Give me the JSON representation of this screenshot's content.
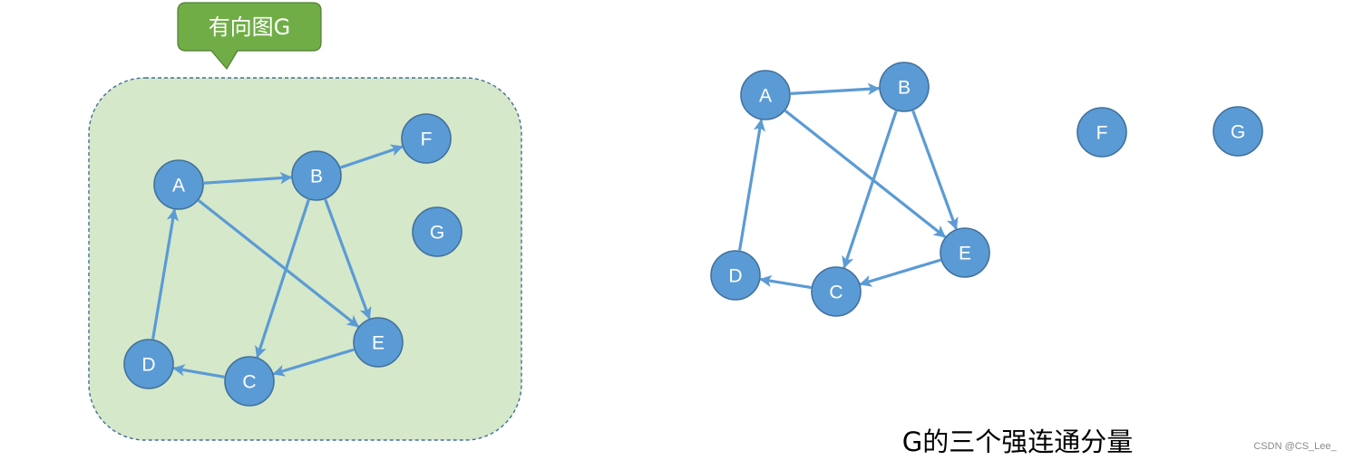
{
  "callout": {
    "label": "有向图G"
  },
  "caption": {
    "text": "G的三个强连通分量"
  },
  "watermark": {
    "text": "CSDN @CS_Lee_"
  },
  "colors": {
    "node_fill": "#5b9bd5",
    "node_stroke": "#41719c",
    "edge": "#5b9bd5",
    "panel_fill": "#d5e8c9",
    "panel_border": "#41719c",
    "callout_fill": "#70ad47",
    "callout_stroke": "#507e32"
  },
  "left_graph": {
    "nodes": [
      {
        "id": "A",
        "label": "A"
      },
      {
        "id": "B",
        "label": "B"
      },
      {
        "id": "F",
        "label": "F"
      },
      {
        "id": "G",
        "label": "G"
      },
      {
        "id": "D",
        "label": "D"
      },
      {
        "id": "C",
        "label": "C"
      },
      {
        "id": "E",
        "label": "E"
      }
    ],
    "edges": [
      {
        "from": "A",
        "to": "B"
      },
      {
        "from": "B",
        "to": "F"
      },
      {
        "from": "A",
        "to": "E"
      },
      {
        "from": "B",
        "to": "C"
      },
      {
        "from": "B",
        "to": "E"
      },
      {
        "from": "D",
        "to": "A"
      },
      {
        "from": "C",
        "to": "D"
      },
      {
        "from": "E",
        "to": "C"
      }
    ]
  },
  "right_graph": {
    "nodes": [
      {
        "id": "A",
        "label": "A"
      },
      {
        "id": "B",
        "label": "B"
      },
      {
        "id": "F",
        "label": "F"
      },
      {
        "id": "G",
        "label": "G"
      },
      {
        "id": "D",
        "label": "D"
      },
      {
        "id": "C",
        "label": "C"
      },
      {
        "id": "E",
        "label": "E"
      }
    ],
    "edges": [
      {
        "from": "A",
        "to": "B"
      },
      {
        "from": "A",
        "to": "E"
      },
      {
        "from": "B",
        "to": "C"
      },
      {
        "from": "B",
        "to": "E"
      },
      {
        "from": "D",
        "to": "A"
      },
      {
        "from": "C",
        "to": "D"
      },
      {
        "from": "E",
        "to": "C"
      }
    ]
  }
}
